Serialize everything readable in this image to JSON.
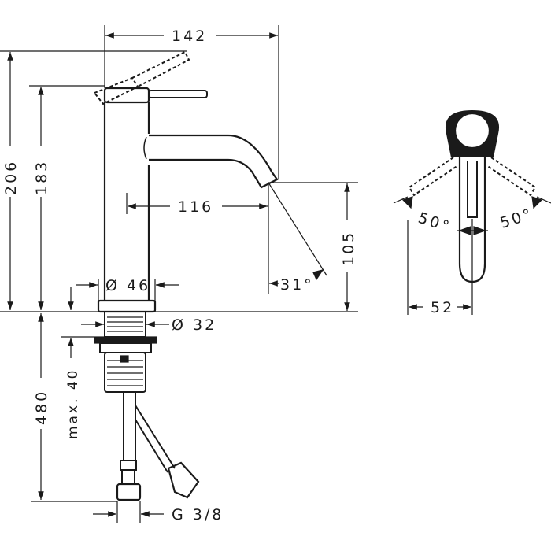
{
  "drawing": {
    "title": "Basin mixer technical drawing",
    "line_color": "#1a1a1a",
    "background": "#ffffff"
  },
  "side_view": {
    "dimensions": {
      "overall_reach": "142",
      "total_height_lever_up": "206",
      "body_height": "183",
      "spout_reach": "116",
      "spout_outlet_height": "105",
      "spout_angle": "31°",
      "body_diameter": "Ø 46",
      "shank_diameter": "Ø 32",
      "supply_length": "480",
      "max_deck_thickness": "max. 40",
      "connection_thread": "G 3/8"
    }
  },
  "top_view": {
    "dimensions": {
      "lever_angle_left": "50°",
      "lever_angle_right": "50°",
      "lever_offset": "52"
    }
  }
}
